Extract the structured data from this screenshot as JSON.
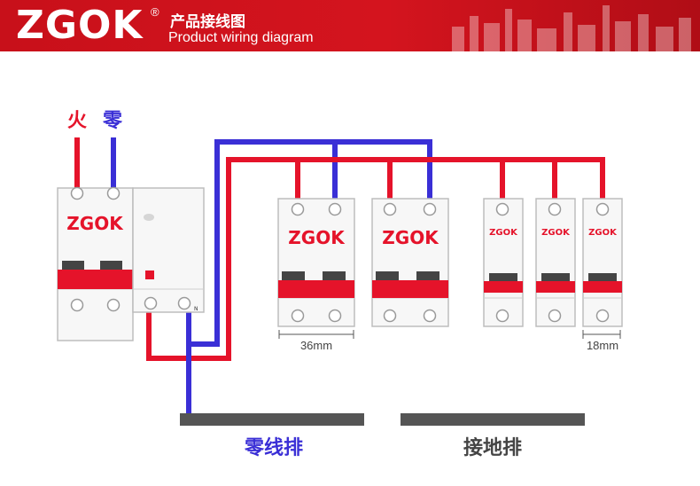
{
  "header": {
    "brand": "ZGOK",
    "reg_mark": "®",
    "title_cn": "产品接线图",
    "title_en": "Product wiring diagram"
  },
  "labels": {
    "live": "火",
    "neutral": "零",
    "neutral_bar": "零线排",
    "ground_bar": "接地排",
    "dim_wide": "36mm",
    "dim_narrow": "18mm",
    "n_mark": "N"
  },
  "breakers": {
    "main_brand": "ZGOK",
    "wide1_brand": "ZGOK",
    "wide2_brand": "ZGOK",
    "narrow1_brand": "ZGOK",
    "narrow2_brand": "ZGOK",
    "narrow3_brand": "ZGOK"
  },
  "colors": {
    "red": "#e5132a",
    "blue": "#3a2fd6",
    "banner": "#c8101a",
    "bar": "#555555"
  }
}
